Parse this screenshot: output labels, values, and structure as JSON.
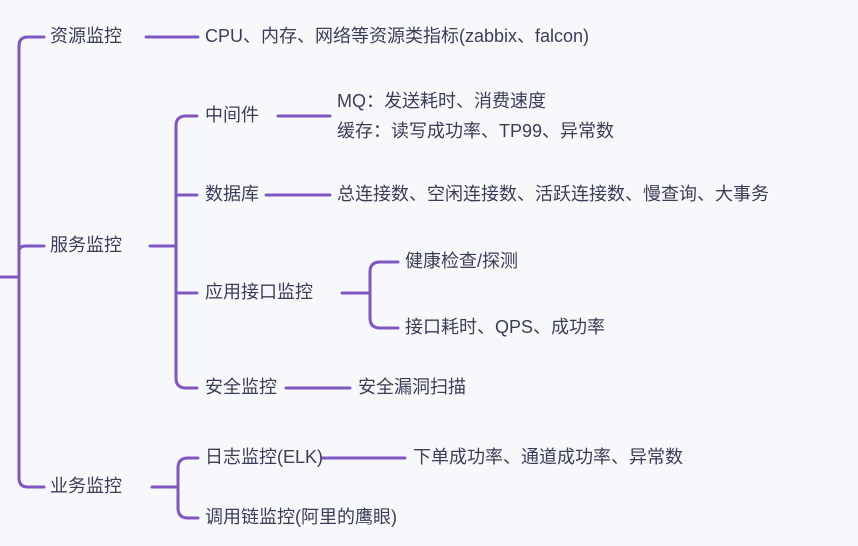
{
  "diagram": {
    "type": "mindmap",
    "background": "#f7f8fc",
    "line_color": "#7e57c2",
    "text_color": "#3a3d57",
    "tree": {
      "branches": [
        {
          "label": "资源监控",
          "children": [
            {
              "label": "CPU、内存、网络等资源类指标(zabbix、falcon)"
            }
          ]
        },
        {
          "label": "服务监控",
          "children": [
            {
              "label": "中间件",
              "children": [
                {
                  "lines": [
                    "MQ：发送耗时、消费速度",
                    "缓存：读写成功率、TP99、异常数"
                  ]
                }
              ]
            },
            {
              "label": "数据库",
              "children": [
                {
                  "label": "总连接数、空闲连接数、活跃连接数、慢查询、大事务"
                }
              ]
            },
            {
              "label": "应用接口监控",
              "children": [
                {
                  "label": "健康检查/探测"
                },
                {
                  "label": "接口耗时、QPS、成功率"
                }
              ]
            },
            {
              "label": "安全监控",
              "children": [
                {
                  "label": "安全漏洞扫描"
                }
              ]
            }
          ]
        },
        {
          "label": "业务监控",
          "children": [
            {
              "label": "日志监控(ELK)",
              "children": [
                {
                  "label": "下单成功率、通道成功率、异常数"
                }
              ]
            },
            {
              "label": "调用链监控(阿里的鹰眼)"
            }
          ]
        }
      ]
    }
  }
}
